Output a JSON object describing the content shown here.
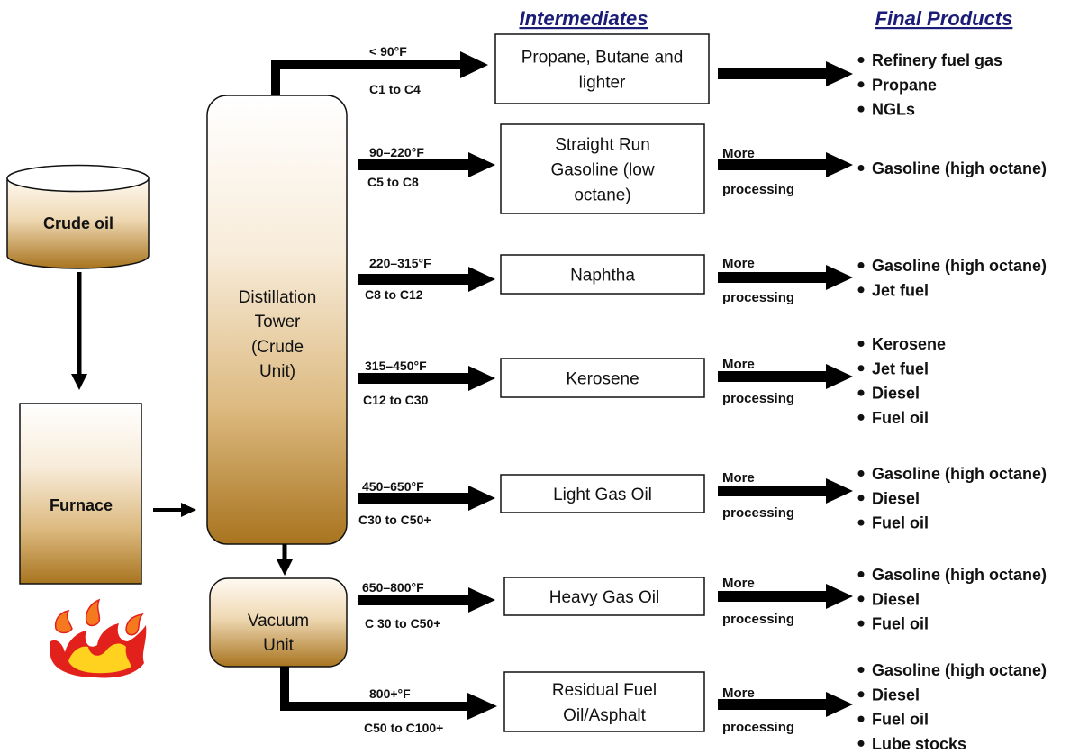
{
  "headers": {
    "intermediates": "Intermediates",
    "final_products": "Final Products"
  },
  "feed": {
    "crude_oil": "Crude oil",
    "furnace": "Furnace"
  },
  "distillation_tower": {
    "label_lines": [
      "Distillation",
      "Tower",
      "(Crude",
      "Unit)"
    ]
  },
  "vacuum_unit": {
    "label_lines": [
      "Vacuum",
      "Unit"
    ]
  },
  "streams": [
    {
      "temperature": "< 90°F",
      "carbon_range": "C1 to C4",
      "intermediate": [
        "Propane, Butane and",
        "lighter"
      ],
      "processing": [],
      "final_products": [
        "Refinery fuel gas",
        "Propane",
        "NGLs"
      ]
    },
    {
      "temperature": "90–220°F",
      "carbon_range": "C5 to C8",
      "intermediate": [
        "Straight Run",
        "Gasoline (low",
        "octane)"
      ],
      "processing": [
        "More",
        "processing"
      ],
      "final_products": [
        "Gasoline (high octane)"
      ]
    },
    {
      "temperature": "220–315°F",
      "carbon_range": "C8 to C12",
      "intermediate": [
        "Naphtha"
      ],
      "processing": [
        "More",
        "processing"
      ],
      "final_products": [
        "Gasoline (high octane)",
        "Jet fuel"
      ]
    },
    {
      "temperature": "315–450°F",
      "carbon_range": "C12 to C30",
      "intermediate": [
        "Kerosene"
      ],
      "processing": [
        "More",
        "processing"
      ],
      "final_products": [
        "Kerosene",
        "Jet fuel",
        "Diesel",
        "Fuel oil"
      ]
    },
    {
      "temperature": "450–650°F",
      "carbon_range": "C30 to C50+",
      "intermediate": [
        "Light Gas Oil"
      ],
      "processing": [
        "More",
        "processing"
      ],
      "final_products": [
        "Gasoline (high octane)",
        "Diesel",
        "Fuel oil"
      ]
    },
    {
      "temperature": "650–800°F",
      "carbon_range": "C 30 to C50+",
      "intermediate": [
        "Heavy Gas Oil"
      ],
      "processing": [
        "More",
        "processing"
      ],
      "final_products": [
        "Gasoline (high octane)",
        "Diesel",
        "Fuel oil"
      ]
    },
    {
      "temperature": "800+°F",
      "carbon_range": "C50 to C100+",
      "intermediate": [
        "Residual Fuel",
        "Oil/Asphalt"
      ],
      "processing": [
        "More",
        "processing"
      ],
      "final_products": [
        "Gasoline (high octane)",
        "Diesel",
        "Fuel oil",
        "Lube stocks"
      ]
    }
  ],
  "icons": [
    "fire-icon",
    "bullet-icon"
  ],
  "colors": {
    "header_text": "#1b1b78",
    "vessel_base": "#a8741f",
    "flame_red": "#e3211c",
    "flame_orange": "#f57a1f",
    "flame_yellow": "#ffd21f"
  }
}
